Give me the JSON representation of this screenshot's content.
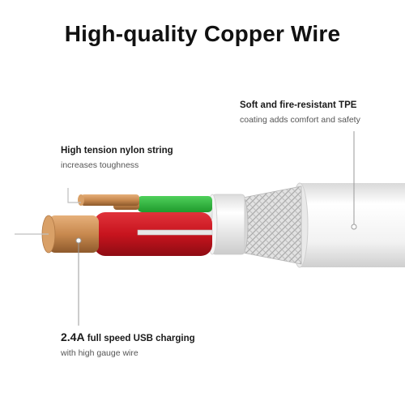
{
  "title": "High-quality Copper Wire",
  "callouts": {
    "tpe": {
      "heading": "Soft and fire-resistant TPE",
      "detail": "coating adds comfort and safety"
    },
    "nylon": {
      "heading": "High tension nylon string",
      "detail": "increases toughness"
    },
    "usb": {
      "amperage": "2.4A",
      "heading_rest": " full speed USB charging",
      "detail": "with high gauge wire"
    }
  },
  "colors": {
    "red_insulation": "#c8141e",
    "green_insulation": "#2db83d",
    "copper": "#c8894f",
    "tpe_jacket": "#f1f1f1",
    "braid": "#cfcfcf"
  }
}
